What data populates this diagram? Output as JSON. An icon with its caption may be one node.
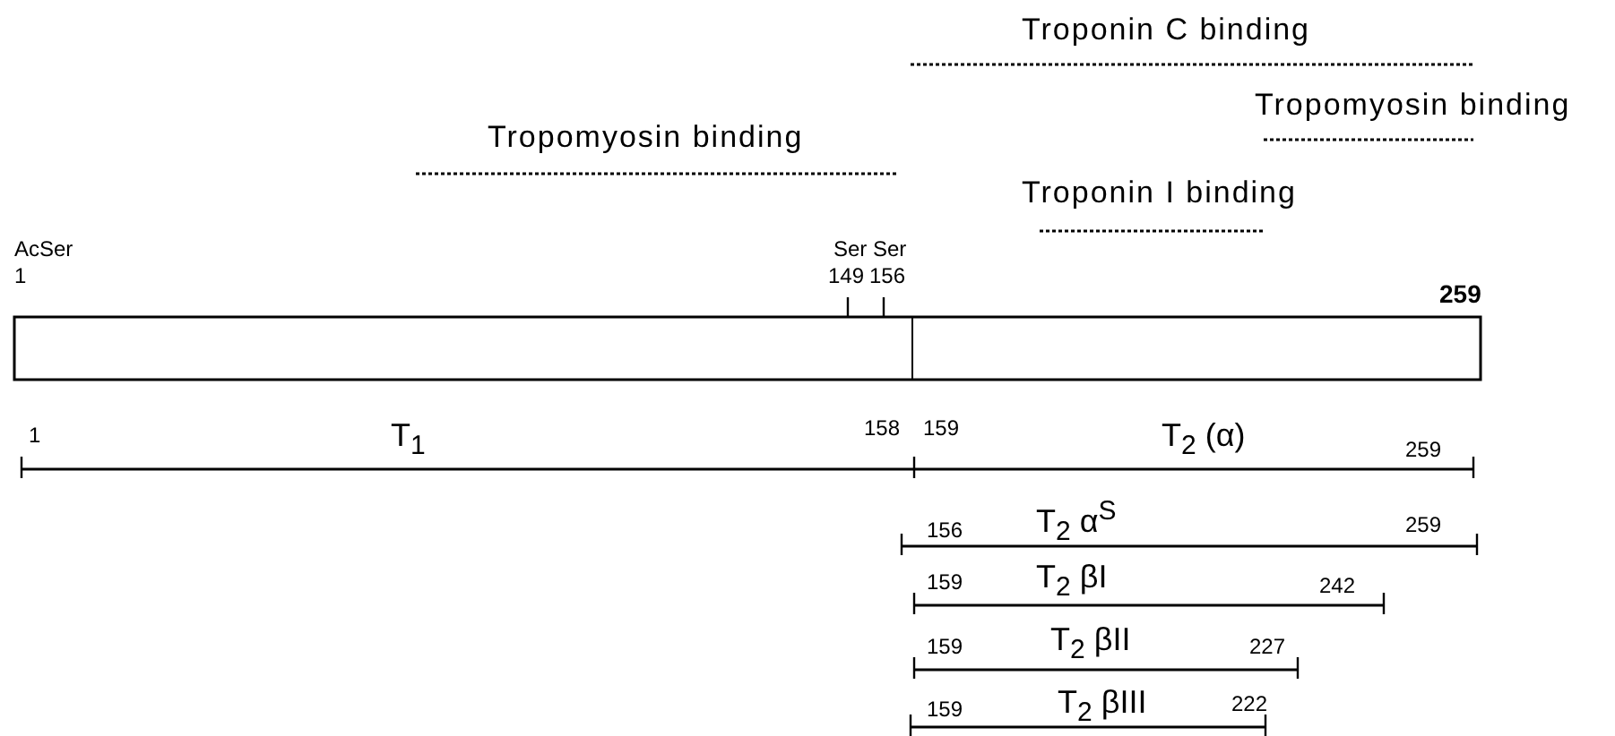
{
  "diagram": {
    "nodes": [
      {
        "text": [],
        "shape": "bar"
      }
    ],
    "edges": [],
    "labels": [
      "Troponin C binding",
      "Tropomyosin binding",
      "Tropomyosin binding",
      "Troponin I binding",
      "AcSer",
      "1",
      "Ser",
      "Ser",
      "149",
      "156",
      "259",
      "1",
      "T$_{1}$",
      "158",
      "159",
      "T$_{2}$ (α)",
      "259",
      "156",
      "T$_{2}$ α$^{S}$",
      "259",
      "159",
      "T$_{2}$ βI",
      "242",
      "159",
      "T$_{2}$ βII",
      "227",
      "159",
      "T$_{2}$ βIII",
      "222"
    ]
  }
}
